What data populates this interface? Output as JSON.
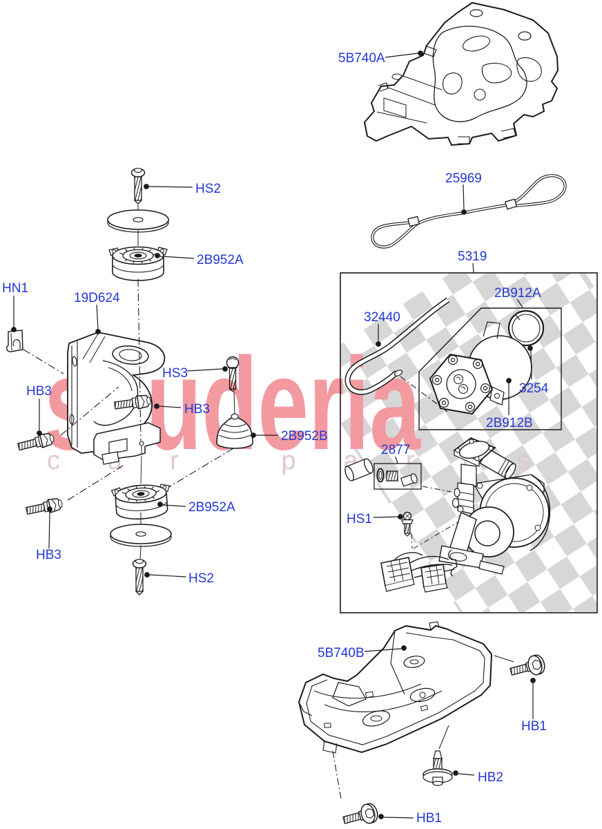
{
  "diagram": {
    "description": "Exploded parts diagram - air suspension compressor, mounting bracket and covers",
    "colors": {
      "label_blue": "#2337d4",
      "line_black": "#1a1a1a",
      "watermark_pink": "#f39aa0",
      "watermark_tagline": "#decacd",
      "checker_gray": "#d7d7d7",
      "background": "#ffffff"
    }
  },
  "watermark": {
    "brand": "scuderia",
    "tagline": "car parts"
  },
  "callouts": [
    {
      "id": "cover-upper",
      "part": "5B740A"
    },
    {
      "id": "tether-cable",
      "part": "25969"
    },
    {
      "id": "compressor-kit-box",
      "part": "5319"
    },
    {
      "id": "pump-kit-box",
      "part": "2B912A"
    },
    {
      "id": "intake-hose",
      "part": "32440"
    },
    {
      "id": "o-ring",
      "part": "3254"
    },
    {
      "id": "pump-head",
      "part": "2B912B"
    },
    {
      "id": "valve-repair-kit",
      "part": "2877"
    },
    {
      "id": "screw-hs1",
      "part": "HS1"
    },
    {
      "id": "bolt-hs2-top",
      "part": "HS2"
    },
    {
      "id": "isolator-top",
      "part": "2B952A"
    },
    {
      "id": "clip-nut",
      "part": "HN1"
    },
    {
      "id": "bracket",
      "part": "19D624"
    },
    {
      "id": "bolt-hs3",
      "part": "HS3"
    },
    {
      "id": "bolt-hb3-left",
      "part": "HB3"
    },
    {
      "id": "bolt-hb3-right",
      "part": "HB3"
    },
    {
      "id": "isolator-boot",
      "part": "2B952B"
    },
    {
      "id": "isolator-lower",
      "part": "2B952A"
    },
    {
      "id": "bolt-hb3-lower",
      "part": "HB3"
    },
    {
      "id": "bolt-hs2-lower",
      "part": "HS2"
    },
    {
      "id": "tray-lower",
      "part": "5B740B"
    },
    {
      "id": "bolt-hb1-right",
      "part": "HB1"
    },
    {
      "id": "screw-hb2",
      "part": "HB2"
    },
    {
      "id": "bolt-hb1-bottom",
      "part": "HB1"
    }
  ]
}
